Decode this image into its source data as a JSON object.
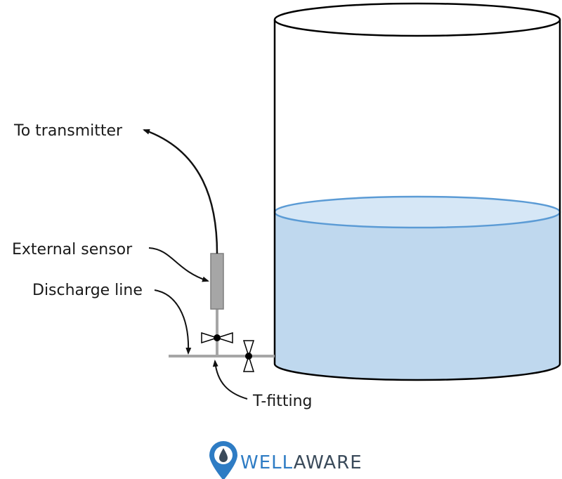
{
  "labels": {
    "to_transmitter": "To transmitter",
    "external_sensor": "External sensor",
    "discharge_line": "Discharge line",
    "t_fitting": "T-fitting"
  },
  "logo": {
    "part1": "WELL",
    "part2": "AWARE"
  },
  "colors": {
    "liquid_fill": "#bfd8ee",
    "liquid_surface": "#d6e7f6",
    "liquid_edge": "#5b9bd5",
    "pipe": "#a6a6a6",
    "sensor": "#a6a6a6",
    "logo_blue": "#2e7cc4",
    "logo_dark": "#3a4a5a"
  },
  "tank": {
    "liquid_level": 0.53
  }
}
